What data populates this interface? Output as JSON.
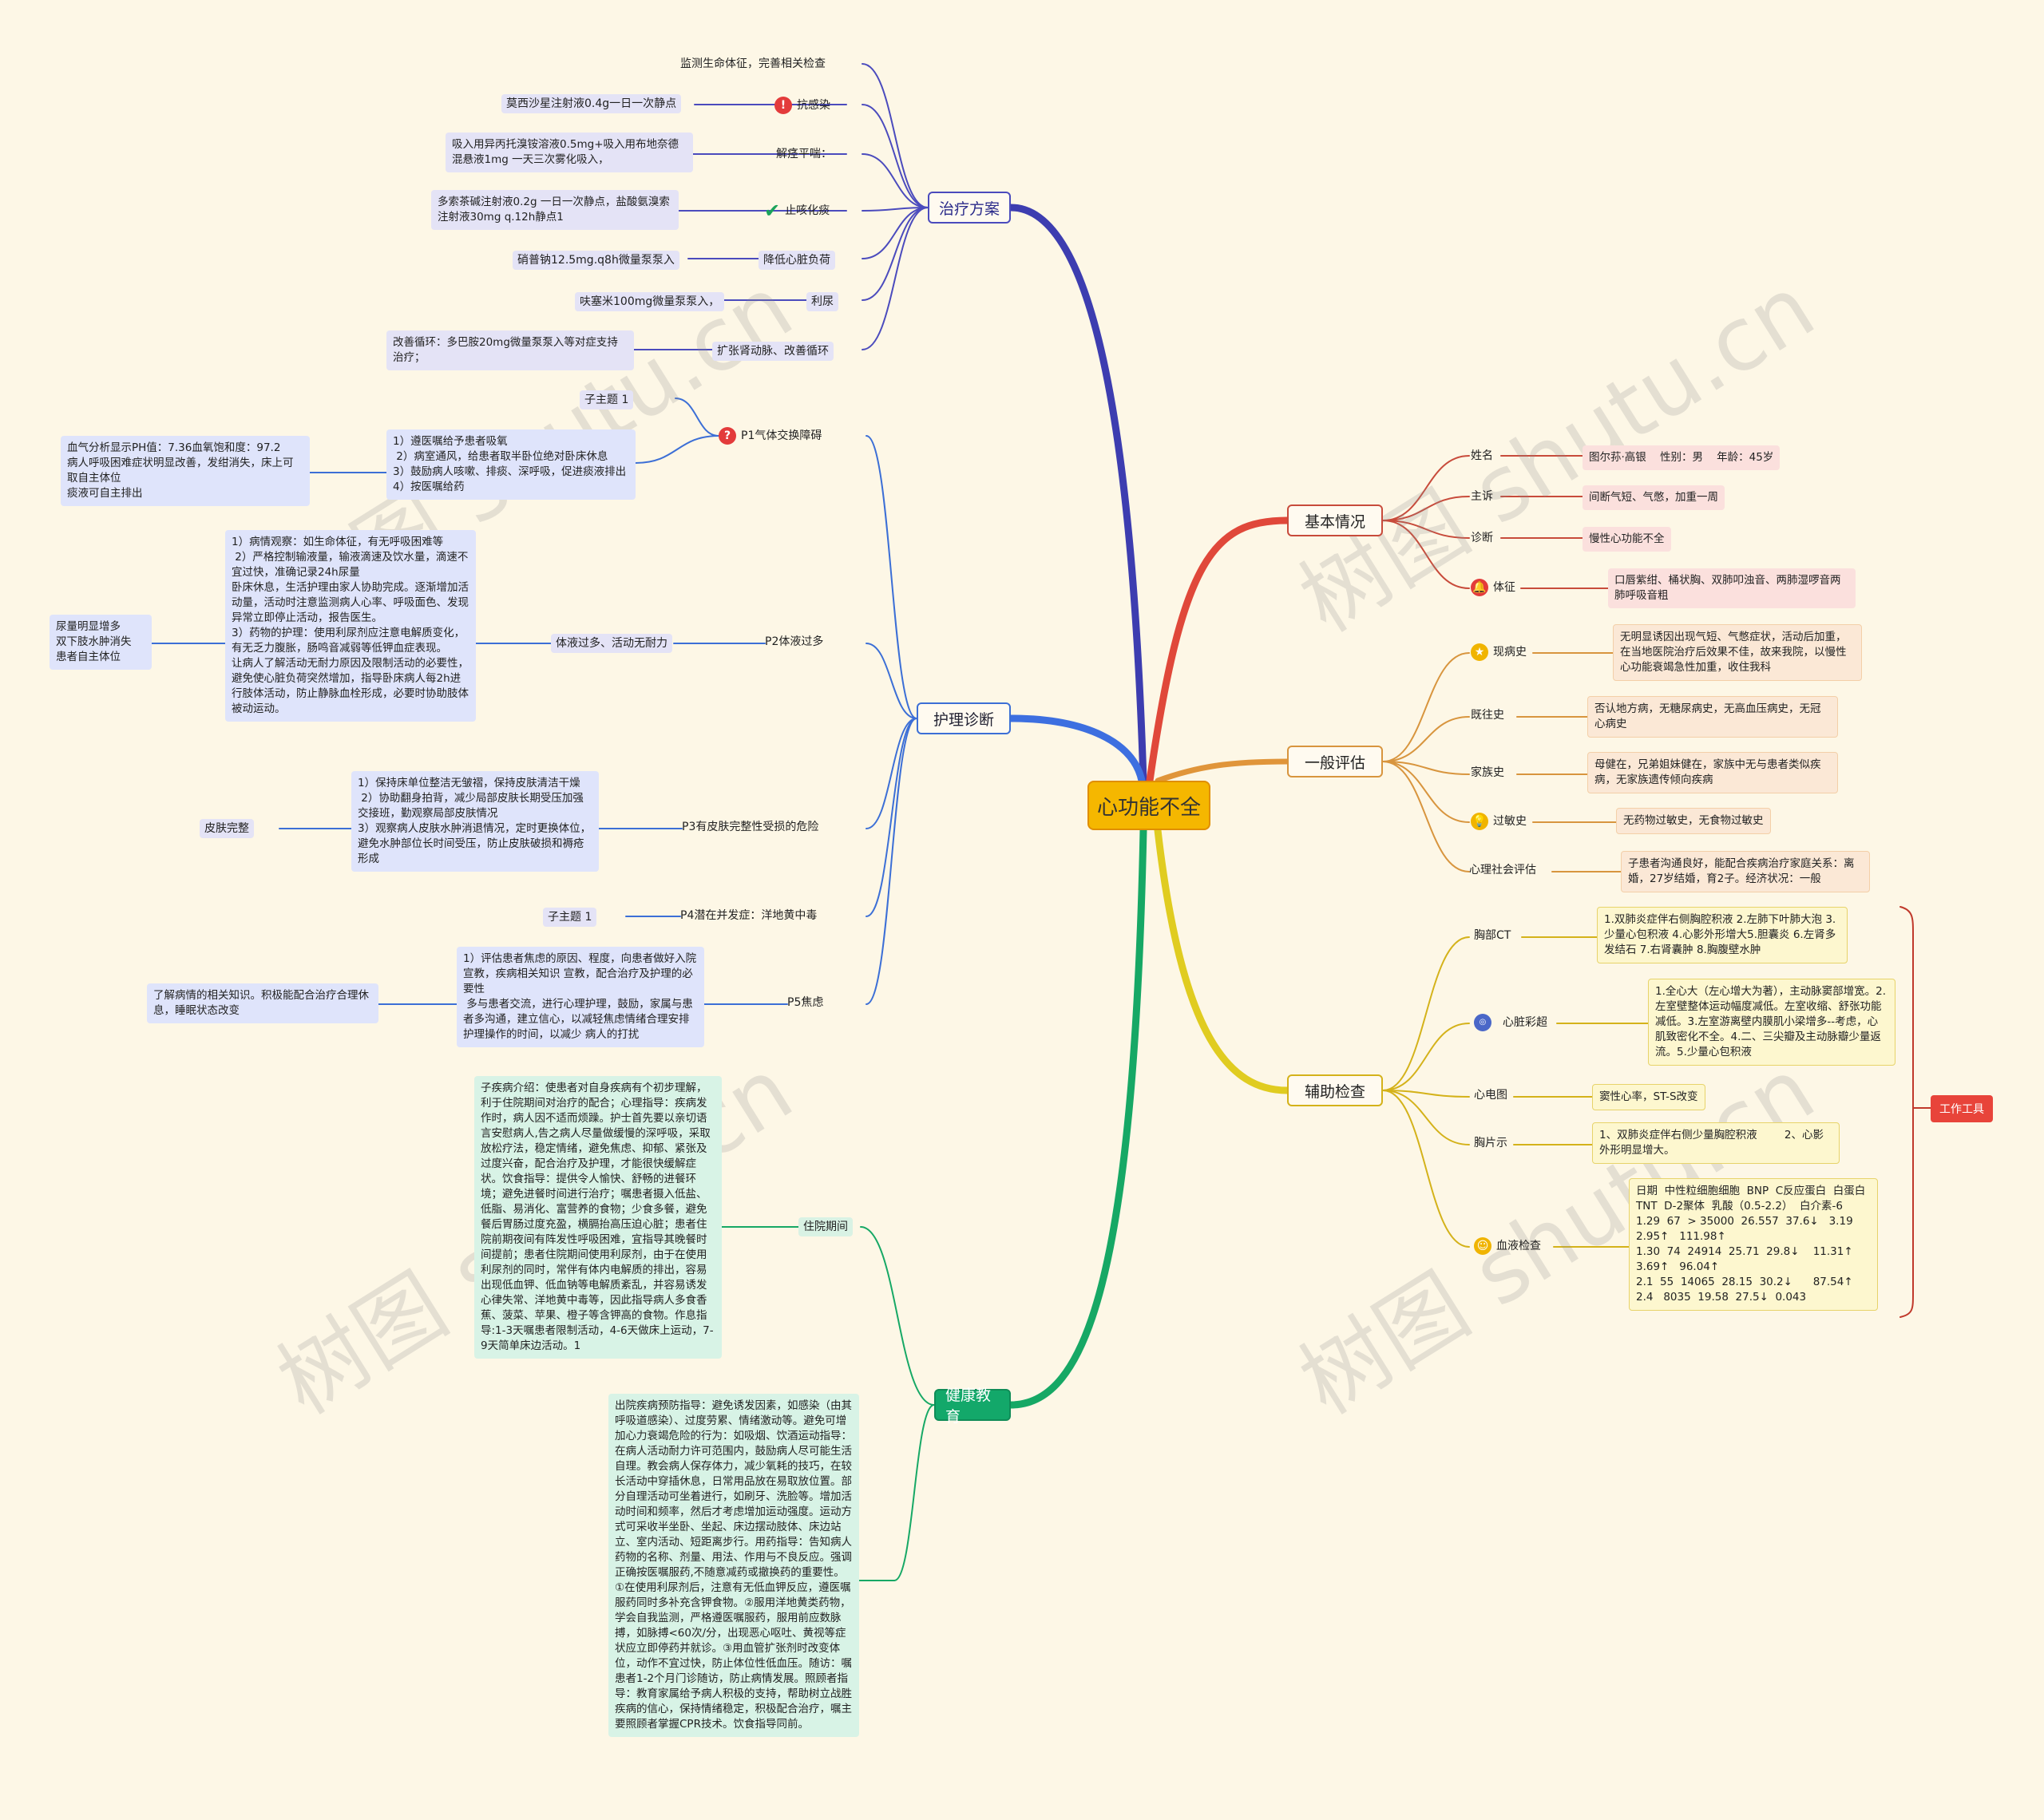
{
  "center": "心功能不全",
  "treatment": {
    "title": "治疗方案",
    "items": [
      {
        "label": "监测生命体征，完善相关检查",
        "detail": ""
      },
      {
        "label": "抗感染",
        "detail": "莫西沙星注射液0.4g一日一次静点",
        "icon": "exclamation-icon"
      },
      {
        "label": "解痉平喘：",
        "detail": "吸入用异丙托溴铵溶液0.5mg+吸入用布地奈德混悬液1mg 一天三次雾化吸入，"
      },
      {
        "label": "止咳化痰",
        "detail": "多索茶碱注射液0.2g 一日一次静点，盐酸氨溴索注射液30mg q.12h静点1",
        "icon": "check-icon"
      },
      {
        "label": "降低心脏负荷",
        "detail": "硝普钠12.5mg.q8h微量泵泵入"
      },
      {
        "label": "利尿",
        "detail": "呋塞米100mg微量泵泵入，"
      },
      {
        "label": "扩张肾动脉、改善循环",
        "detail": "改善循环：多巴胺20mg微量泵泵入等对症支持治疗；"
      }
    ]
  },
  "nursing": {
    "title": "护理诊断",
    "p1": {
      "label": "P1气体交换障碍",
      "sub": "子主题 1",
      "measures": "1）遵医嘱给予患者吸氧\n 2）病室通风，给患者取半卧位绝对卧床休息\n3）鼓励病人咳嗽、排痰、深呼吸，促进痰液排出\n4）按医嘱给药",
      "outcome": "血气分析显示PH值：7.36血氧饱和度：97.2\n病人呼吸困难症状明显改善，发绀消失，床上可取自主体位\n痰液可自主排出"
    },
    "p2": {
      "label": "P2体液过多",
      "sub": "体液过多、活动无耐力",
      "measures": "1）病情观察：如生命体征，有无呼吸困难等\n 2）严格控制输液量，输液滴速及饮水量，滴速不宜过快，准确记录24h尿量\n卧床休息，生活护理由家人协助完成。逐渐增加活动量，活动时注意监测病人心率、呼吸面色、发现异常立即停止活动，报告医生。\n3）药物的护理：使用利尿剂应注意电解质变化，有无乏力腹胀，肠鸣音减弱等低钾血症表现。\n让病人了解活动无耐力原因及限制活动的必要性，避免使心脏负荷突然增加，指导卧床病人每2h进行肢体活动，防止静脉血栓形成，必要时协助肢体被动运动。",
      "outcome": "尿量明显增多\n双下肢水肿消失\n患者自主体位"
    },
    "p3": {
      "label": "P3有皮肤完整性受损的危险",
      "measures": "1）保持床单位整洁无皱褶，保持皮肤清洁干燥\n 2）协助翻身拍背，减少局部皮肤长期受压加强交接班，勤观察局部皮肤情况\n3）观察病人皮肤水肿消退情况，定时更换体位，避免水肿部位长时间受压，防止皮肤破损和褥疮形成",
      "outcome": "皮肤完整"
    },
    "p4": {
      "label": "P4潜在并发症：洋地黄中毒",
      "sub": "子主题 1"
    },
    "p5": {
      "label": "P5焦虑",
      "measures": "1）评估患者焦虑的原因、程度，向患者做好入院宣教，疾病相关知识 宣教，配合治疗及护理的必要性\n 多与患者交流，进行心理护理，鼓励，家属与患者多沟通，建立信心，以减轻焦虑情绪合理安排护理操作的时间，以减少 病人的打扰",
      "outcome": "了解病情的相关知识。积极能配合治疗合理休息，睡眠状态改变"
    }
  },
  "education": {
    "title": "健康教育",
    "inhosp_label": "住院期间",
    "inhosp_text": "子疾病介绍：使患者对自身疾病有个初步理解，利于住院期间对治疗的配合；心理指导：疾病发作时，病人因不适而烦躁。护士首先要以亲切语言安慰病人,告之病人尽量做缓慢的深呼吸，采取放松疗法，稳定情绪，避免焦虑、抑郁、紧张及过度兴奋，配合治疗及护理，才能很快缓解症状。饮食指导：提供令人愉快、舒畅的进餐环境；避免进餐时间进行治疗；嘱患者摄入低盐、低脂、易消化、富营养的食物；少食多餐，避免餐后胃肠过度充盈，横膈抬高压迫心脏；患者住院前期夜间有阵发性呼吸困难，宜指导其晚餐时间提前；患者住院期间使用利尿剂，由于在使用利尿剂的同时，常伴有体内电解质的排出，容易出现低血钾、低血钠等电解质紊乱，并容易诱发心律失常、洋地黄中毒等，因此指导病人多食香蕉、菠菜、苹果、橙子等含钾高的食物。作息指导:1-3天嘱患者限制活动，4-6天做床上运动，7-9天简单床边活动。1",
    "discharge_text": "出院疾病预防指导：避免诱发因素，如感染（由其呼吸道感染）、过度劳累、情绪激动等。避免可增加心力衰竭危险的行为：如吸烟、饮酒运动指导：在病人活动耐力许可范围内，鼓励病人尽可能生活自理。教会病人保存体力，减少氧耗的技巧，在较长活动中穿插休息，日常用品放在易取放位置。部分自理活动可坐着进行，如刷牙、洗脸等。增加活动时间和频率，然后才考虑增加运动强度。运动方式可采收半坐卧、坐起、床边摆动肢体、床边站立、室内活动、短距离步行。用药指导：告知病人药物的名称、剂量、用法、作用与不良反应。强调正确按医嘱服药,不随意减药或撤换药的重要性。①在使用利尿剂后，注意有无低血钾反应，遵医嘱服药同时多补充含钾食物。②服用洋地黄类药物，学会自我监测，严格遵医嘱服药，服用前应数脉搏，如脉搏<60次/分，出现恶心呕吐、黄视等症状应立即停药并就诊。③用血管扩张剂时改变体位，动作不宜过快，防止体位性低血压。随访：嘱患者1-2个月门诊随访，防止病情发展。照顾者指导：教育家属给予病人积极的支持，帮助树立战胜疾病的信心，保持情绪稳定，积极配合治疗，嘱主要照顾者掌握CPR技术。饮食指导同前。"
  },
  "basic": {
    "title": "基本情况",
    "items": [
      {
        "label": "姓名",
        "value": "图尔荪·高银    性别：男    年龄：45岁"
      },
      {
        "label": "主诉",
        "value": "间断气短、气憋，加重一周"
      },
      {
        "label": "诊断",
        "value": "慢性心功能不全"
      },
      {
        "label": "体征",
        "value": "口唇紫绀、桶状胸、双肺叩浊音、两肺湿啰音两肺呼吸音粗",
        "icon": "bell-icon"
      }
    ]
  },
  "general": {
    "title": "一般评估",
    "items": [
      {
        "label": "现病史",
        "value": "无明显诱因出现气短、气憋症状，活动后加重，在当地医院治疗后效果不佳，故来我院，以慢性心功能衰竭急性加重，收住我科",
        "icon": "star-icon"
      },
      {
        "label": "既往史",
        "value": "否认地方病，无糖尿病史，无高血压病史，无冠心病史"
      },
      {
        "label": "家族史",
        "value": "母健在，兄弟姐妹健在，家族中无与患者类似疾病，无家族遗传倾向疾病"
      },
      {
        "label": "过敏史",
        "value": "无药物过敏史，无食物过敏史",
        "icon": "bulb-icon"
      },
      {
        "label": "心理社会评估",
        "value": "子患者沟通良好，能配合疾病治疗家庭关系：离婚，27岁结婚，育2子。经济状况：一般"
      }
    ]
  },
  "aux": {
    "title": "辅助检查",
    "items": [
      {
        "label": "胸部CT",
        "value": "1.双肺炎症伴右侧胸腔积液 2.左肺下叶肺大泡 3.少量心包积液 4.心影外形增大5.胆囊炎 6.左肾多发结石 7.右肾囊肿 8.胸腹壁水肿"
      },
      {
        "label": "心脏彩超",
        "value": "1.全心大（左心增大为著），主动脉窦部增宽。2.左室壁整体运动幅度减低。左室收缩、舒张功能减低。3.左室游离壁内膜肌小梁增多--考虑，心肌致密化不全。4.二、三尖瓣及主动脉瓣少量返流。5.少量心包积液",
        "icon": "echo-icon"
      },
      {
        "label": "心电图",
        "value": "窦性心率，ST-S改变"
      },
      {
        "label": "胸片示",
        "value": "1、双肺炎症伴右侧少量胸腔积液        2、心影外形明显增大。"
      },
      {
        "label": "血液检查",
        "value": "日期  中性粒细胞细胞  BNP  C反应蛋白  白蛋白  TNT  D-2聚体  乳酸（0.5-2.2）  白介素-6\n1.29  67  > 35000  26.557  37.6↓   3.19  2.95↑   111.98↑\n1.30  74  24914  25.71  29.8↓    11.31↑   3.69↑   96.04↑\n2.1  55  14065  28.15  30.2↓      87.54↑\n2.4   8035  19.58  27.5↓  0.043",
        "icon": "person-icon"
      }
    ],
    "tag": "工作工具"
  },
  "watermark": "树图 shutu.cn"
}
